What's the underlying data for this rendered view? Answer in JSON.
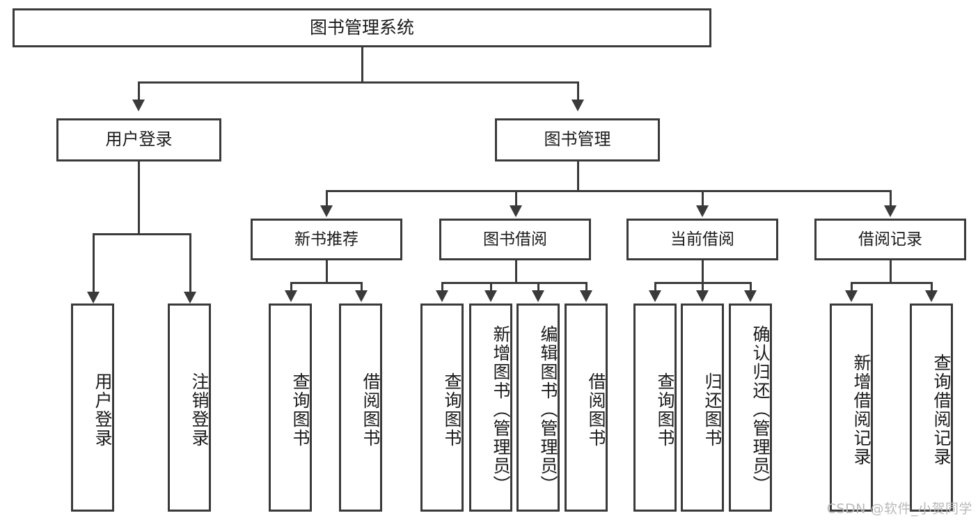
{
  "diagram": {
    "type": "tree",
    "title": "图书管理系统",
    "watermark": "CSDN @软件_小贺同学",
    "root": {
      "id": "root",
      "label": "图书管理系统"
    },
    "level1": [
      {
        "id": "user-login",
        "label": "用户登录"
      },
      {
        "id": "book-manage",
        "label": "图书管理"
      }
    ],
    "level2": [
      {
        "id": "new-book-rec",
        "label": "新书推荐",
        "parent": "book-manage"
      },
      {
        "id": "book-borrow",
        "label": "图书借阅",
        "parent": "book-manage"
      },
      {
        "id": "current-borrow",
        "label": "当前借阅",
        "parent": "book-manage"
      },
      {
        "id": "borrow-record",
        "label": "借阅记录",
        "parent": "book-manage"
      }
    ],
    "leaves": {
      "user-login": [
        {
          "id": "leaf-user-login",
          "label": "用户登录"
        },
        {
          "id": "leaf-user-logout",
          "label": "注销登录"
        }
      ],
      "new-book-rec": [
        {
          "id": "leaf-query-book-1",
          "label": "查询图书"
        },
        {
          "id": "leaf-borrow-book-1",
          "label": "借阅图书"
        }
      ],
      "book-borrow": [
        {
          "id": "leaf-query-book-2",
          "label": "查询图书"
        },
        {
          "id": "leaf-add-book",
          "label": "新增图书（管理员）"
        },
        {
          "id": "leaf-edit-book",
          "label": "编辑图书（管理员）"
        },
        {
          "id": "leaf-borrow-book-2",
          "label": "借阅图书"
        }
      ],
      "current-borrow": [
        {
          "id": "leaf-query-book-3",
          "label": "查询图书"
        },
        {
          "id": "leaf-return-book",
          "label": "归还图书"
        },
        {
          "id": "leaf-confirm-return",
          "label": "确认归还（管理员）"
        }
      ],
      "borrow-record": [
        {
          "id": "leaf-add-record",
          "label": "新增借阅记录"
        },
        {
          "id": "leaf-query-record",
          "label": "查询借阅记录"
        }
      ]
    },
    "colors": {
      "stroke": "#3a3a3a",
      "fill": "#ffffff",
      "text": "#1a1a1a",
      "watermark": "#b9b9b9"
    }
  }
}
